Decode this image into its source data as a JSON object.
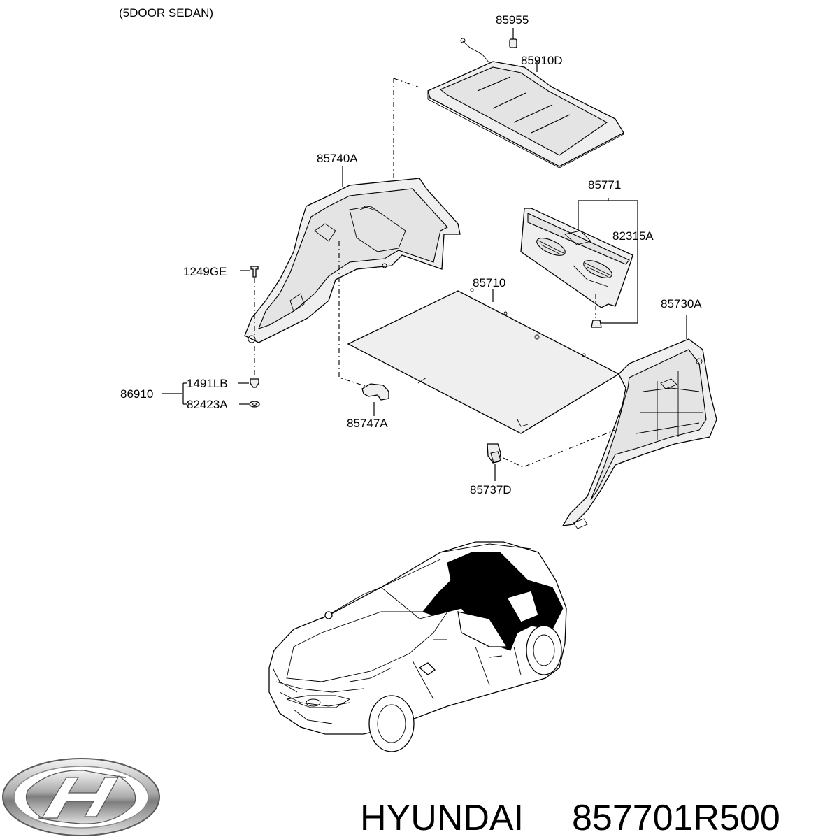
{
  "diagram": {
    "variant_note": "(5DOOR SEDAN)",
    "parts": {
      "p85955": "85955",
      "p85910D": "85910D",
      "p85740A": "85740A",
      "p85771": "85771",
      "p82315A": "82315A",
      "p1249GE": "1249GE",
      "p85710": "85710",
      "p85730A": "85730A",
      "p86910": "86910",
      "p1491LB": "1491LB",
      "p82423A": "82423A",
      "p85747A": "85747A",
      "p85737D": "85737D"
    }
  },
  "footer": {
    "brand_name": "HYUNDAI",
    "part_number": "857701R500"
  }
}
